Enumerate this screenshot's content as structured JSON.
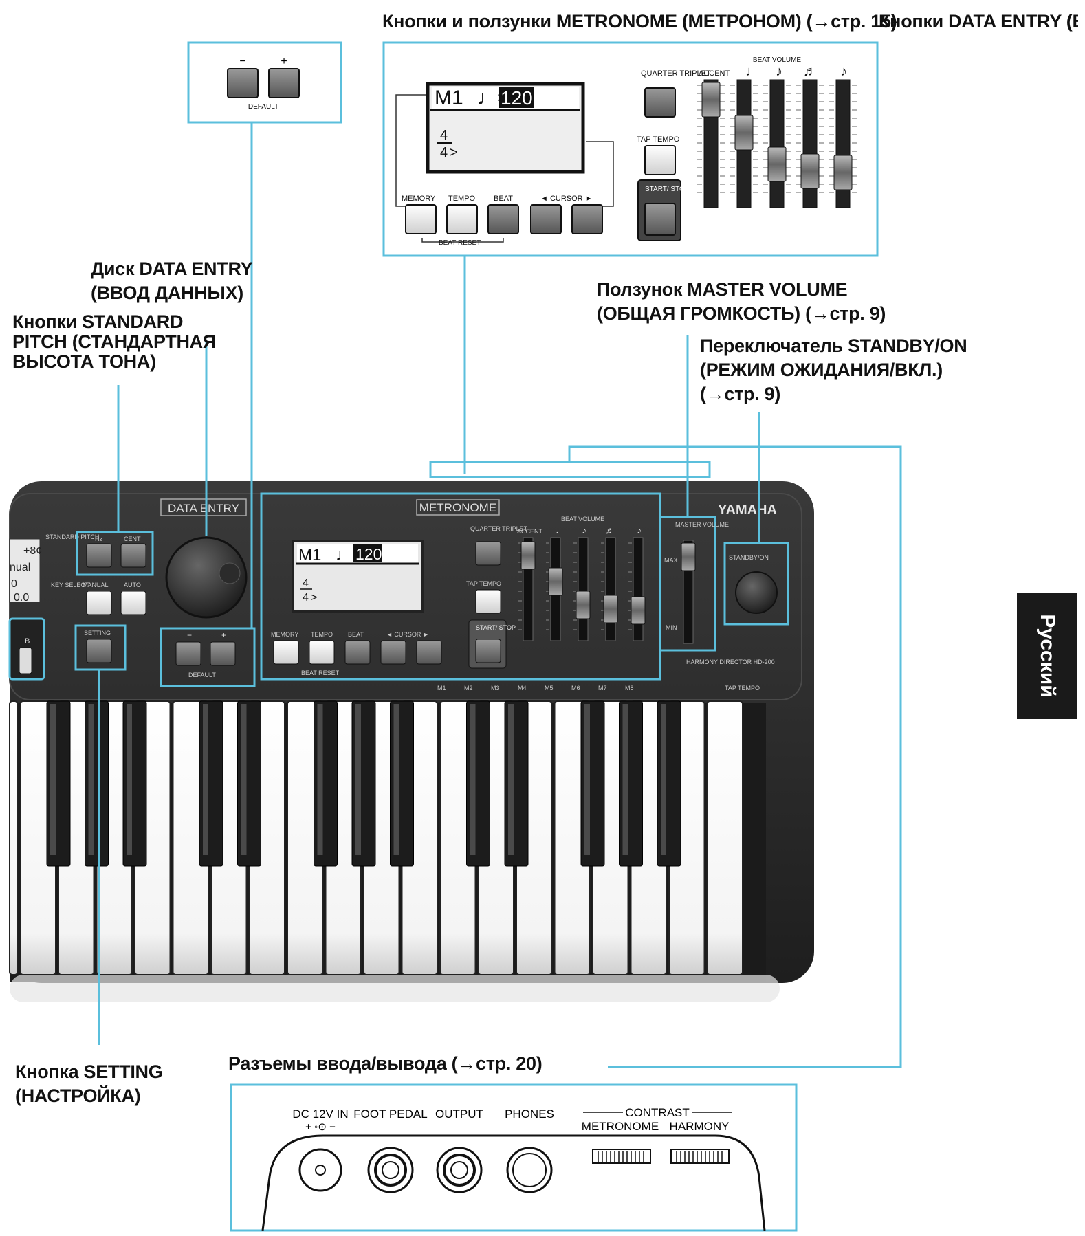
{
  "captions": {
    "metronome": "Кнопки и ползунки METRONOME (МЕТРОНОМ) (→стр. 15)",
    "data_entry_buttons": "Кнопки DATA ENTRY (В",
    "dial": "Диск DATA ENTRY\n(ВВОД ДАННЫХ)",
    "standard_pitch": "Кнопки STANDARD\nPITCH (СТАНДАРТНАЯ\nВЫСОТА ТОНА)",
    "master_volume": "Ползунок MASTER VOLUME\n(ОБЩАЯ ГРОМКОСТЬ) (→стр. 9)",
    "standby": "Переключатель STANDBY/ON\n(РЕЖИМ ОЖИДАНИЯ/ВКЛ.)\n(→стр. 9)",
    "setting": "Кнопка SETTING\n(НАСТРОЙКА)",
    "io": "Разъемы ввода/вывода (→стр. 20)"
  },
  "language_tab": "Русский",
  "panel": {
    "brand": "YAMAHA",
    "model": "HARMONY DIRECTOR HD-200",
    "data_entry": "DATA ENTRY",
    "metronome": "METRONOME",
    "quarter_triplet": "QUARTER TRIPLET",
    "tap_tempo": "TAP TEMPO",
    "start_stop": "START/ STOP",
    "memory": "MEMORY",
    "tempo": "TEMPO",
    "beat": "BEAT",
    "cursor": "◄ CURSOR ►",
    "beat_reset": "BEAT RESET",
    "beat_volume": "BEAT VOLUME",
    "accent": "ACCENT",
    "master_volume": "MASTER VOLUME",
    "max": "MAX",
    "min": "MIN",
    "standby_on": "STANDBY/ON",
    "standard_pitch": "STANDARD PITCH",
    "hz": "Hz",
    "cent": "CENT",
    "key_select": "KEY SELECT",
    "manual": "MANUAL",
    "auto": "AUTO",
    "setting": "SETTING",
    "default": "DEFAULT",
    "minus": "−",
    "plus": "+",
    "b": "B",
    "memories": [
      "M1",
      "M2",
      "M3",
      "M4",
      "M5",
      "M6",
      "M7",
      "M8"
    ],
    "tap_tempo_small": "TAP TEMPO",
    "lcd": {
      "mem": "M1",
      "tempo": "120",
      "sig_top": "4",
      "sig_bottom": "4"
    },
    "left_lcd": [
      "+8¢",
      "nual",
      "0",
      "0.0"
    ]
  },
  "io": {
    "dc": "DC 12V IN",
    "dc_polarity": "+ ◦⊙ −",
    "foot": "FOOT PEDAL",
    "output": "OUTPUT",
    "phones": "PHONES",
    "contrast": "CONTRAST",
    "metronome": "METRONOME",
    "harmony": "HARMONY"
  },
  "colors": {
    "callout": "#5bbfdc",
    "body": "#2a2a2a",
    "tab": "#1a1a1a"
  }
}
